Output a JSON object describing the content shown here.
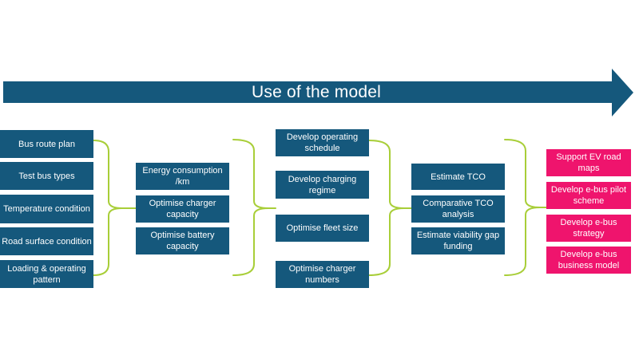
{
  "banner": {
    "title": "Use of the model"
  },
  "colors": {
    "teal": "#15587C",
    "pink": "#EF146D",
    "green": "#A8CE38",
    "box-text": "#FFFFFF"
  },
  "columns": [
    {
      "color_key": "teal",
      "items": [
        "Bus route plan",
        "Test bus types",
        "Temperature condition",
        "Road surface condition",
        "Loading & operating pattern"
      ]
    },
    {
      "color_key": "teal",
      "items": [
        "Energy consumption /km",
        "Optimise charger capacity",
        "Optimise battery capacity"
      ]
    },
    {
      "color_key": "teal",
      "items": [
        "Develop operating schedule",
        "Develop charging regime",
        "Optimise fleet size",
        "Optimise charger numbers"
      ]
    },
    {
      "color_key": "teal",
      "items": [
        "Estimate TCO",
        "Comparative TCO analysis",
        "Estimate viability gap funding"
      ]
    },
    {
      "color_key": "pink",
      "items": [
        "Support EV road maps",
        "Develop e-bus pilot scheme",
        "Develop e-bus strategy",
        "Develop e-bus business model"
      ]
    }
  ]
}
